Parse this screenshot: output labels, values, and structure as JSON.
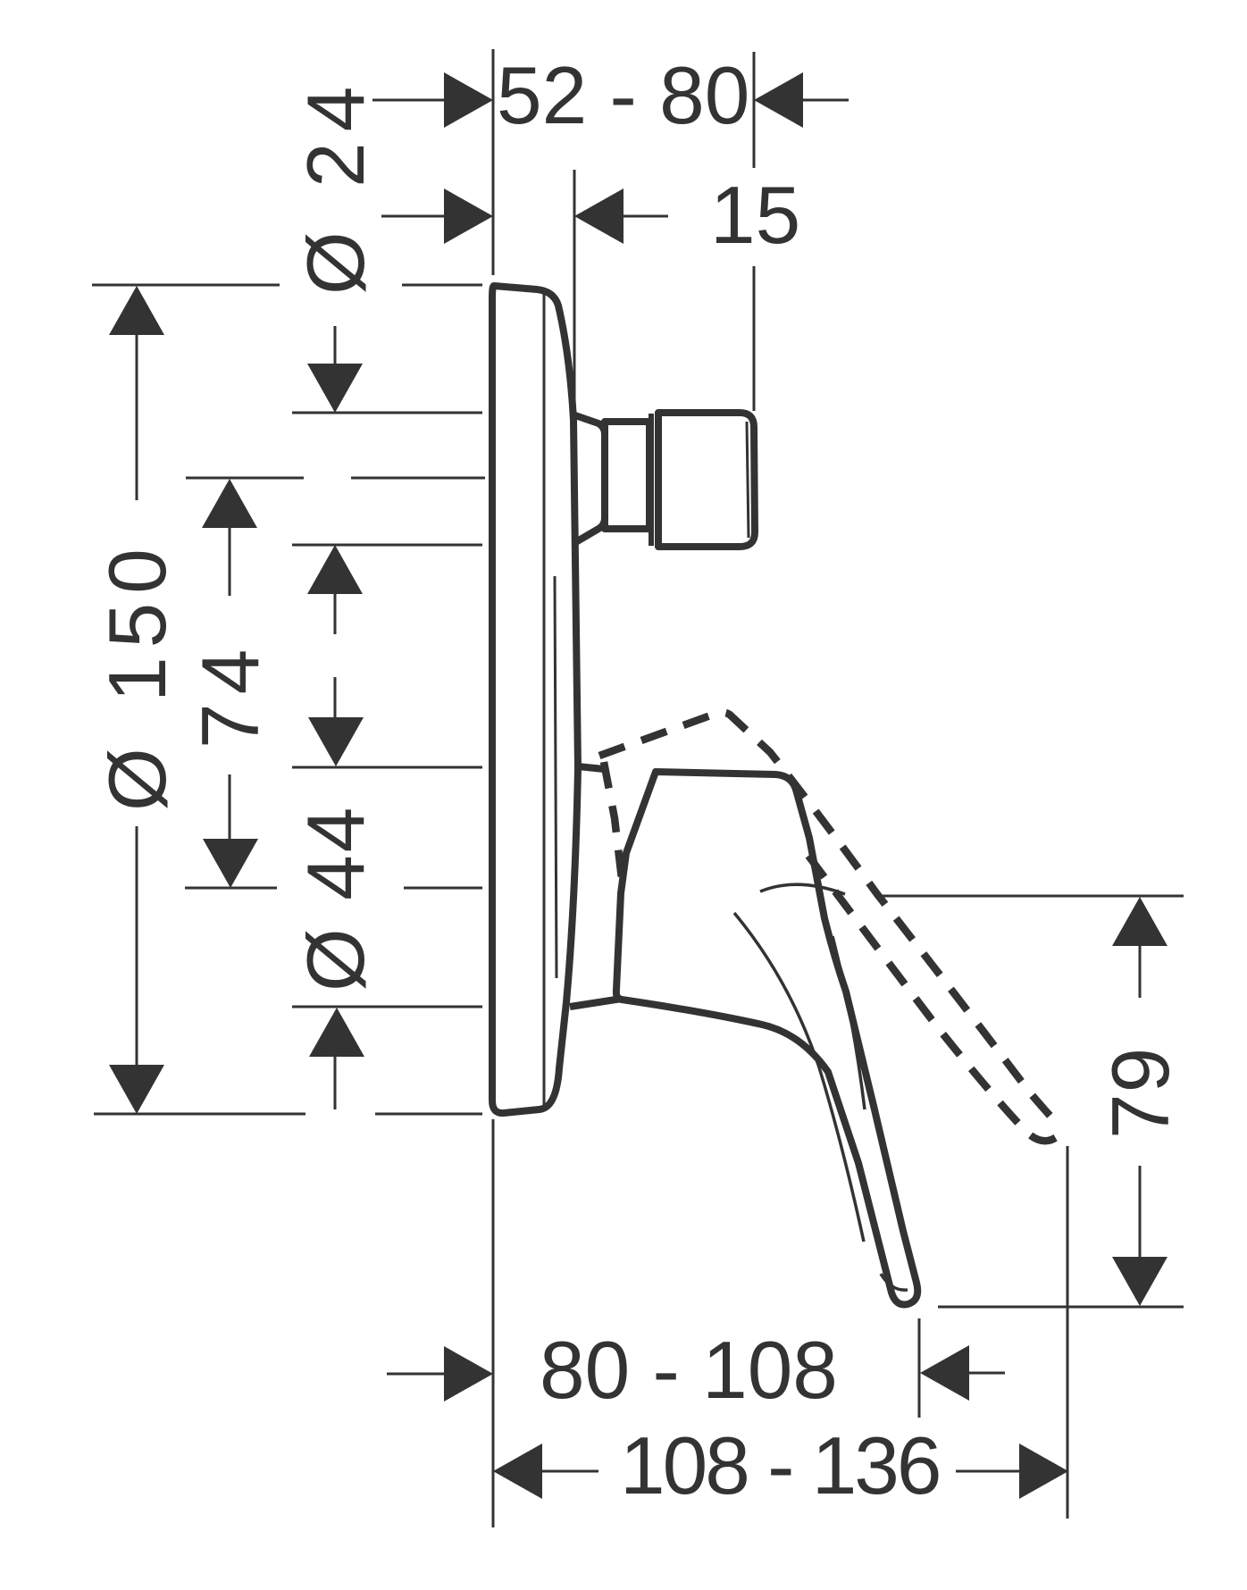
{
  "colors": {
    "ink": "#333333",
    "background": "#ffffff"
  },
  "dimensions": {
    "protrusion_range": "52 - 80",
    "escutcheon_depth": "15",
    "knob_diameter": "Ø 24",
    "escutcheon_diameter": "Ø 150",
    "sleeve_width": "74",
    "collar_diameter": "Ø 44",
    "lever_drop": "79",
    "lever_reach_range": "80 - 108",
    "total_reach_range": "108 - 136"
  }
}
